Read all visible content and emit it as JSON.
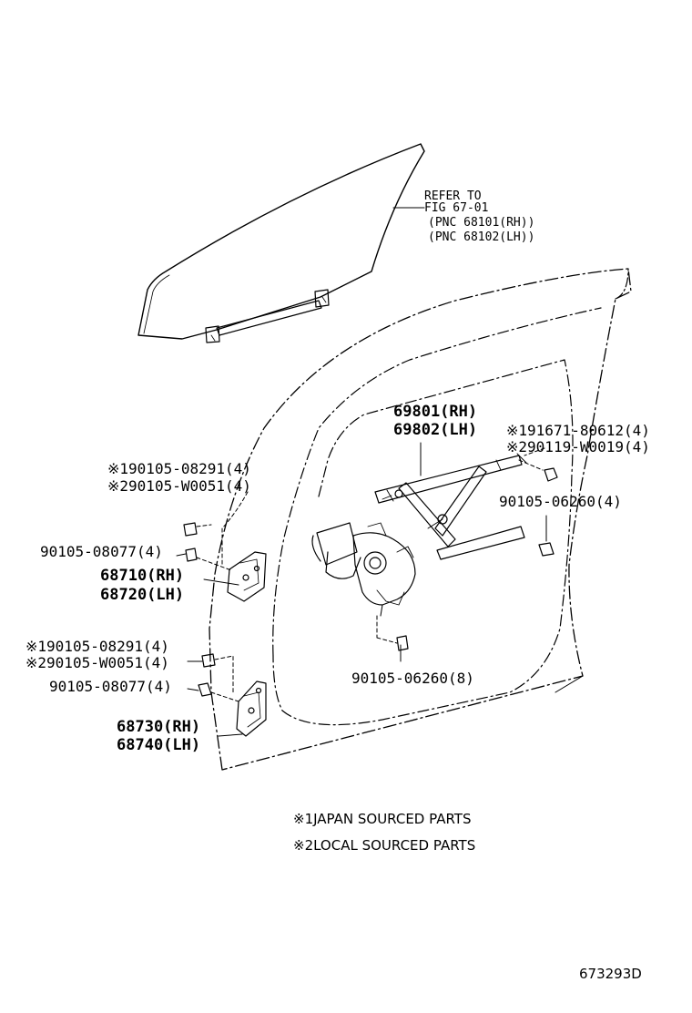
{
  "glass_ref": {
    "line1": "REFER TO",
    "line2": "FIG 67-01",
    "line3": "(PNC 68101(RH))",
    "line4": "(PNC 68102(LH))"
  },
  "regulator": {
    "rh": "69801(RH)",
    "lh": "69802(LH)"
  },
  "regulator_bolts": {
    "line1": "※191671-80612(4)",
    "line2": "※290119-W0019(4)"
  },
  "bolt_right": "90105-06260(4)",
  "bolt_lower": "90105-06260(8)",
  "upper_hinge_bolts": {
    "line1": "※190105-08291(4)",
    "line2": "※290105-W0051(4)"
  },
  "upper_hinge_bolt_b": "90105-08077(4)",
  "upper_hinge": {
    "rh": "68710(RH)",
    "lh": "68720(LH)"
  },
  "lower_hinge_bolts": {
    "line1": "※190105-08291(4)",
    "line2": "※290105-W0051(4)"
  },
  "lower_hinge_bolt_b": "90105-08077(4)",
  "lower_hinge": {
    "rh": "68730(RH)",
    "lh": "68740(LH)"
  },
  "notes": {
    "line1": "※1JAPAN SOURCED PARTS",
    "line2": "※2LOCAL SOURCED PARTS"
  },
  "illustration_id": "673293D"
}
